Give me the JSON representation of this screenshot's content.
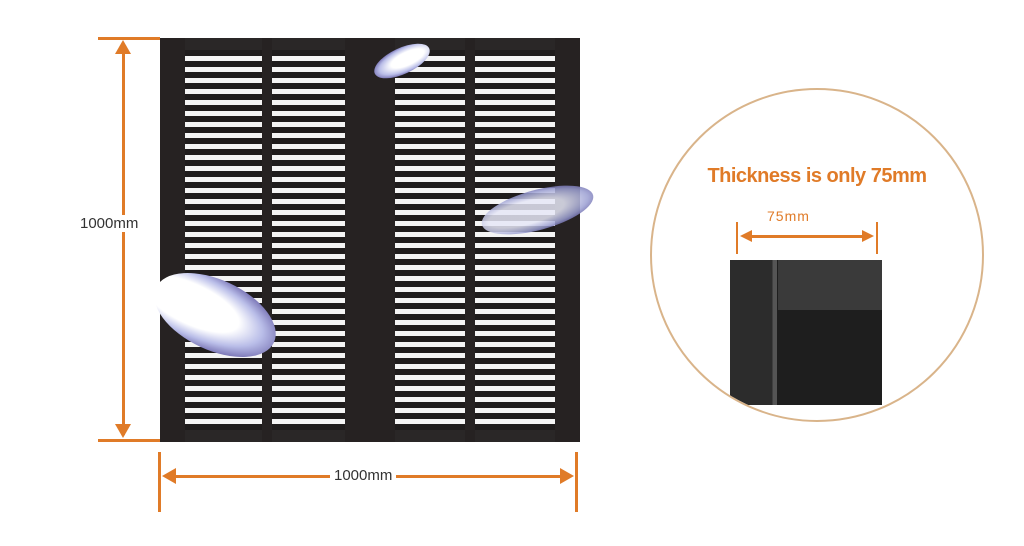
{
  "dimensions": {
    "height_label": "1000mm",
    "width_label": "1000mm"
  },
  "inset": {
    "title": "Thickness is only 75mm",
    "thickness_label": "75mm"
  },
  "colors": {
    "accent": "#e07b28",
    "panel": "#2a2727",
    "circle_border": "#d9b48a"
  }
}
